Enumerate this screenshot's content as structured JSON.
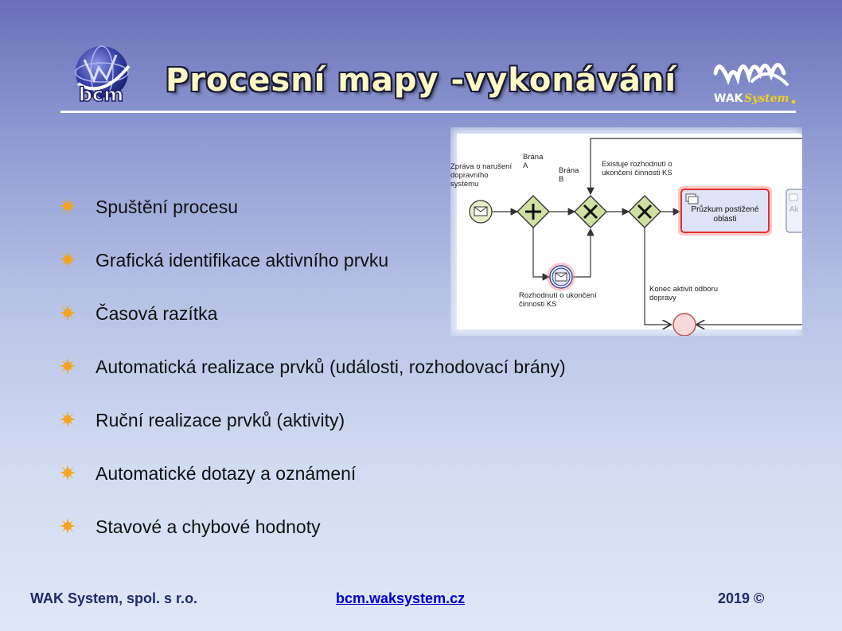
{
  "title": "Procesní mapy -vykonávání",
  "logos": {
    "left": "bcm",
    "right_main": "WAK",
    "right_sub": "System"
  },
  "bullets": [
    "Spuštění procesu",
    "Grafická identifikace aktivního prvku",
    "Časová razítka",
    "Automatická realizace prvků (události, rozhodovací brány)",
    "Ruční realizace prvků (aktivity)",
    "Automatické dotazy a oznámení",
    "Stavové a chybové hodnoty"
  ],
  "diagram": {
    "start_event_label": [
      "Zpráva o narušení",
      "dopravního",
      "systému"
    ],
    "gateway_a_label": [
      "Brána",
      "A"
    ],
    "gateway_b_label": [
      "Brána",
      "B"
    ],
    "condition_top": [
      "Existuje rozhodnutí o",
      "ukončení činnosti KS"
    ],
    "task_label": [
      "Průzkum postižené",
      "oblasti"
    ],
    "task_partial": "Ak",
    "message_event_label": [
      "Rozhodnutí o ukončení",
      "činnosti KS"
    ],
    "condition_bottom": [
      "Konec aktivit odboru",
      "dopravy"
    ]
  },
  "footer": {
    "company": "WAK System, spol. s r.o.",
    "link": "bcm.waksystem.cz",
    "year": "2019 ©"
  },
  "colors": {
    "bullet": "#f5a31a",
    "gateway_fill": "#cfe0a0",
    "task_fill": "#dfe3f6",
    "highlight": "#ff4040",
    "footer_text": "#1f2b6b"
  }
}
